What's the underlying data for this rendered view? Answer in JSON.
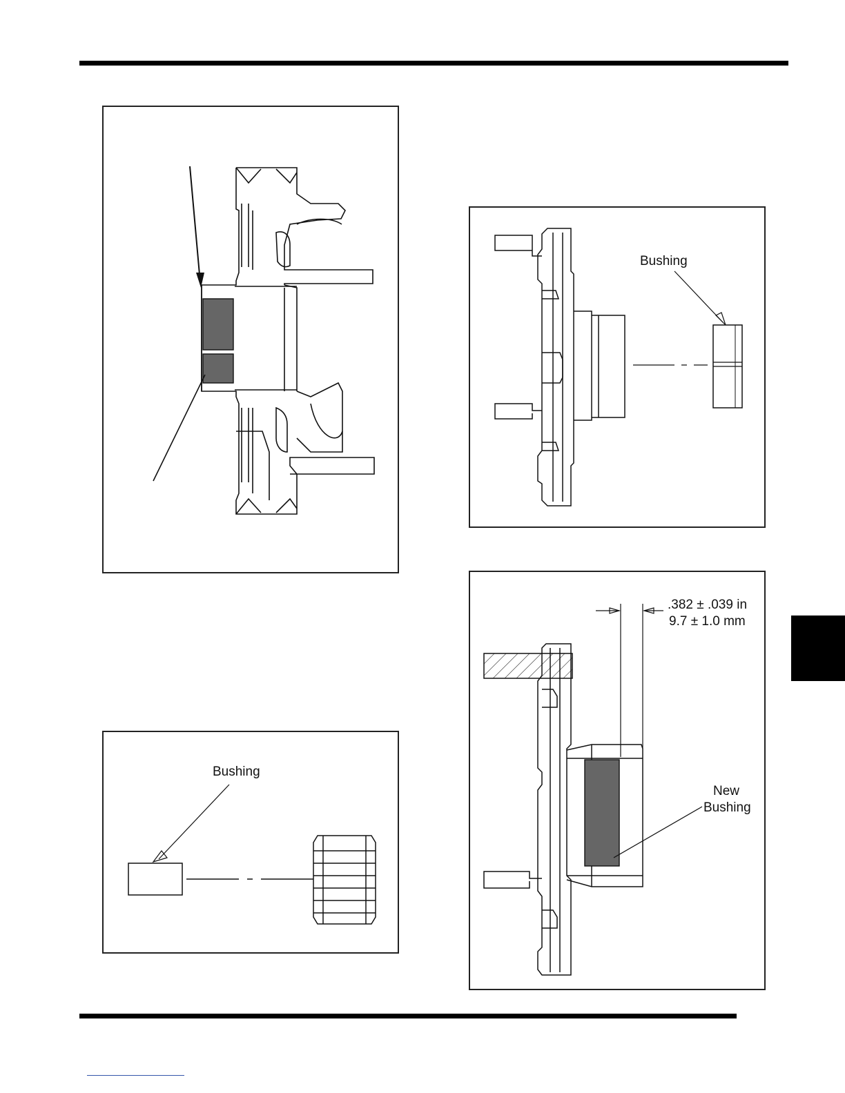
{
  "fig_upper_right": {
    "label": "Bushing"
  },
  "fig_lower_left": {
    "label": "Bushing"
  },
  "fig_lower_right": {
    "dim_in": ".382 ± .039 in",
    "dim_mm": "9.7 ± 1.0 mm",
    "label_line1": "New",
    "label_line2": "Bushing"
  },
  "colors": {
    "ink": "#111111",
    "bushing_fill": "#666666",
    "hatch": "#333333"
  }
}
